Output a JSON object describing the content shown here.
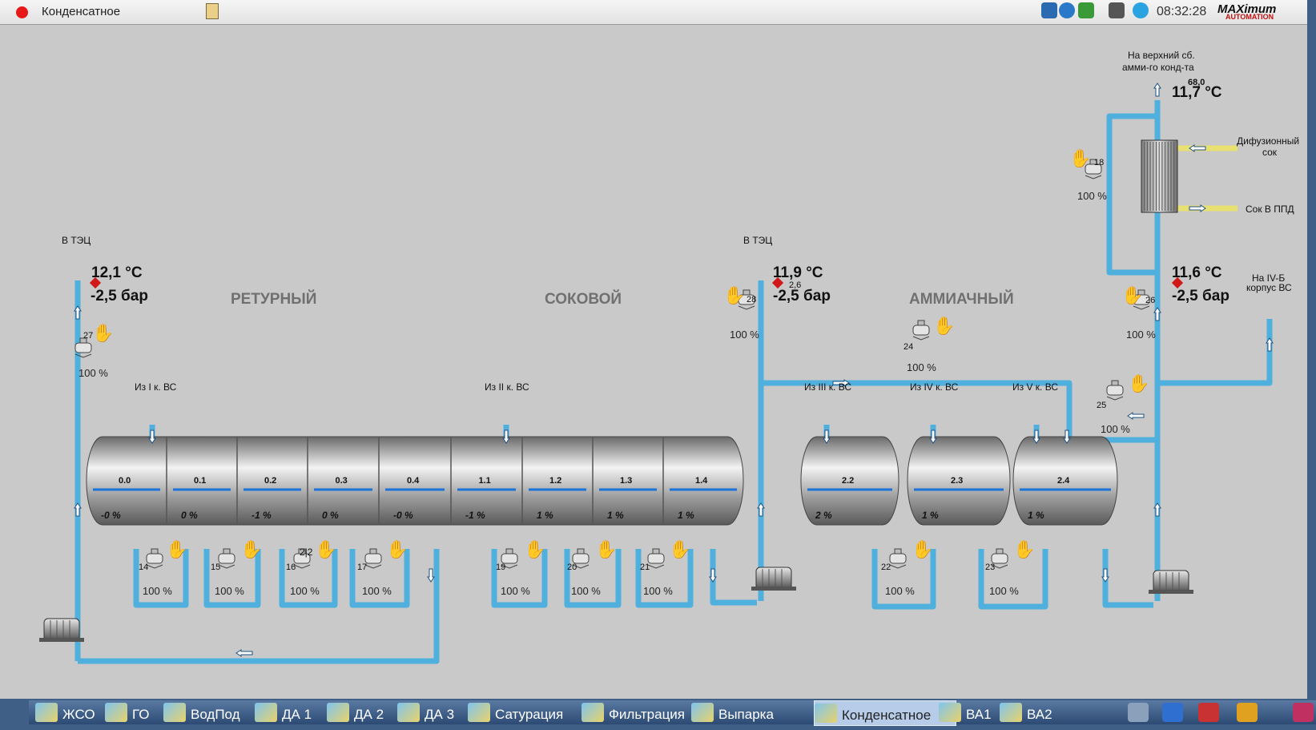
{
  "window": {
    "title": "Конденсатное",
    "clock": "08:32:28",
    "logo": "MAXimum",
    "logo_sub": "AUTOMATION"
  },
  "sections": {
    "return": "РЕТУРНЫЙ",
    "juice": "СОКОВОЙ",
    "ammonia": "АММИАЧНЫЙ"
  },
  "labels": {
    "to_tec_1": "В ТЭЦ",
    "to_tec_2": "В ТЭЦ",
    "top_collector_1": "На верхний сб.",
    "top_collector_2": "амми-го конд-та",
    "diffusion_1": "Дифузионный",
    "diffusion_2": "сок",
    "juice_ppd": "Сок В ППД",
    "to_iv_1": "На IV-Б",
    "to_iv_2": "корпус ВС",
    "from_1": "Из I к. ВС",
    "from_2": "Из II к. ВС",
    "from_3": "Из III к. ВС",
    "from_4": "Из IV к. ВС",
    "from_5": "Из V к. ВС"
  },
  "readings": {
    "left_temp": "12,1 °C",
    "left_press": "-2,5 бар",
    "mid_temp": "11,9 °C",
    "mid_press": "-2,5 бар",
    "mid_small": "2,6",
    "right_temp": "11,6 °C",
    "right_press": "-2,5 бар",
    "top_temp": "11,7 °C",
    "top_small": "68,0"
  },
  "tanks": [
    {
      "name": "0.0",
      "level": "-0 %"
    },
    {
      "name": "0.1",
      "level": "0 %"
    },
    {
      "name": "0.2",
      "level": "-1 %"
    },
    {
      "name": "0.3",
      "level": "0 %"
    },
    {
      "name": "0.4",
      "level": "-0 %"
    },
    {
      "name": "1.1",
      "level": "-1 %"
    },
    {
      "name": "1.2",
      "level": "1 %"
    },
    {
      "name": "1.3",
      "level": "1 %"
    },
    {
      "name": "1.4",
      "level": "1 %"
    },
    {
      "name": "2.2",
      "level": "2 %"
    },
    {
      "name": "2.3",
      "level": "1 %"
    },
    {
      "name": "2.4",
      "level": "1 %"
    }
  ],
  "valves": [
    {
      "id": "27",
      "pct": "100 %"
    },
    {
      "id": "14",
      "pct": "100 %"
    },
    {
      "id": "15",
      "pct": "100 %"
    },
    {
      "id": "16",
      "pct": "100 %"
    },
    {
      "id": "17",
      "pct": "100 %"
    },
    {
      "id": "19",
      "pct": "100 %"
    },
    {
      "id": "20",
      "pct": "100 %"
    },
    {
      "id": "21",
      "pct": "100 %"
    },
    {
      "id": "22",
      "pct": "100 %"
    },
    {
      "id": "23",
      "pct": "100 %"
    },
    {
      "id": "28",
      "pct": "100 %"
    },
    {
      "id": "24",
      "pct": "100 %"
    },
    {
      "id": "25",
      "pct": "100 %"
    },
    {
      "id": "26",
      "pct": "100 %"
    },
    {
      "id": "18",
      "pct": "100 %"
    }
  ],
  "extra_label": "2|2",
  "taskbar": [
    {
      "label": "ЖСО"
    },
    {
      "label": "ГО"
    },
    {
      "label": "ВодПод"
    },
    {
      "label": "ДА 1"
    },
    {
      "label": "ДА 2"
    },
    {
      "label": "ДА 3"
    },
    {
      "label": "Сатурация"
    },
    {
      "label": "Фильтрация"
    },
    {
      "label": "Выпарка"
    },
    {
      "label": "Конденсатное"
    },
    {
      "label": "ВА1"
    },
    {
      "label": "ВА2"
    }
  ],
  "colors": {
    "pipe": "#4fb0de",
    "pipe_dark": "#2a7fae",
    "sok_pipe": "#e8e070",
    "alarm": "#d01818",
    "hand": "#f5b800"
  }
}
